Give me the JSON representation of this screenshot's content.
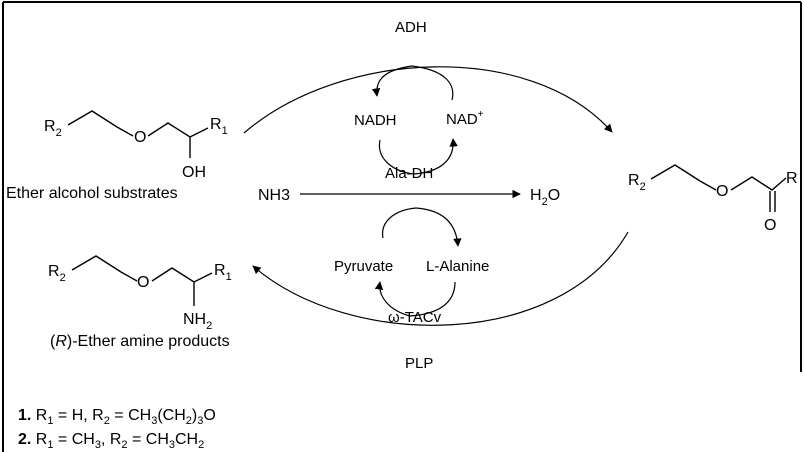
{
  "enzymes": {
    "adh": "ADH",
    "ala_dh": "Ala-DH",
    "tacv": "ω-TACv",
    "plp": "PLP"
  },
  "cofactors": {
    "nadh": "NADH",
    "nad_base": "NAD",
    "nad_sup": "+"
  },
  "reagents": {
    "nh3": "NH3",
    "h2o_base": "H",
    "h2o_sub": "2",
    "h2o_tail": "O",
    "pyruvate": "Pyruvate",
    "l_alanine": "L-Alanine"
  },
  "atoms": {
    "r": "R",
    "sub1": "1",
    "sub2": "2",
    "o": "O",
    "oh": "OH",
    "nh": "NH",
    "nh_sub": "2"
  },
  "captions": {
    "substrate": "Ether alcohol substrates",
    "product_r": "R",
    "product_open": "(",
    "product_close": ")-Ether amine products"
  },
  "compounds": [
    {
      "num": "1.",
      "r1_label": "R",
      "r1_sub": "1",
      "r1_value": " = H, ",
      "r2_label": "R",
      "r2_sub": "2",
      "r2_value_a": " = CH",
      "r2_value_b": "3",
      "r2_value_c": "(CH",
      "r2_value_d": "2",
      "r2_value_e": ")",
      "r2_value_f": "3",
      "r2_value_g": "O"
    },
    {
      "num": "2.",
      "r1_label": "R",
      "r1_sub": "1",
      "r1_value_a": " = CH",
      "r1_value_b": "3",
      "r1_value_c": ", ",
      "r2_label": "R",
      "r2_sub": "2",
      "r2_value_a": " = CH",
      "r2_value_b": "3",
      "r2_value_c": "CH",
      "r2_value_d": "2"
    }
  ]
}
